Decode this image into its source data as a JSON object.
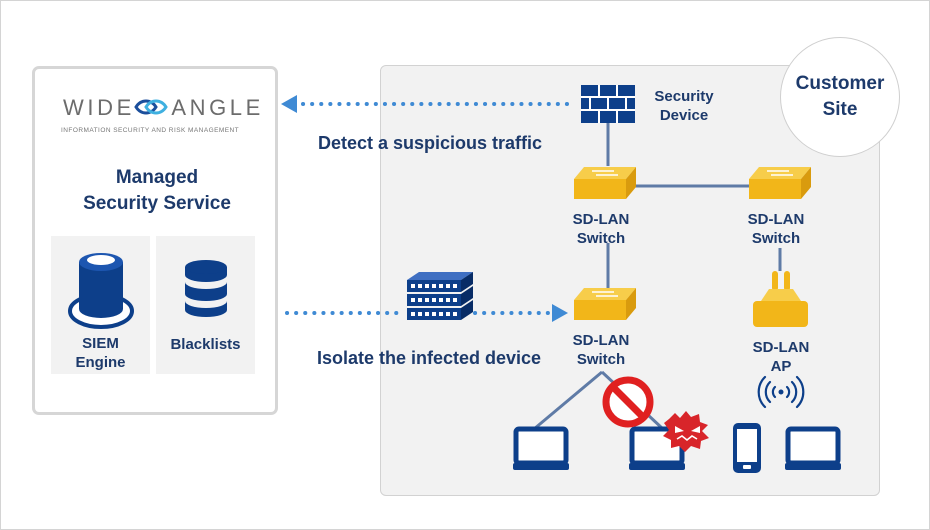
{
  "provider": {
    "logo": {
      "brand": "WIDE ANGLE",
      "tagline": "INFORMATION SECURITY AND RISK MANAGEMENT"
    },
    "title": "Managed\nSecurity Service",
    "siem_label": "SIEM\nEngine",
    "blacklists_label": "Blacklists"
  },
  "site": {
    "title": "Customer\nSite",
    "security_device_label": "Security\nDevice",
    "sdlan_switch_label": "SD-LAN\nSwitch",
    "sdlan_ap_label": "SD-LAN\nAP"
  },
  "flows": {
    "detect": "Detect a suspicious traffic",
    "isolate": "Isolate the infected device"
  },
  "colors": {
    "navy": "#0d3f8a",
    "text": "#1d3a6b",
    "dotted": "#3f8ad4",
    "switch": "#f2b619",
    "line": "#5f7ba6",
    "panel": "#f2f2f2",
    "block": "#e02020",
    "virus": "#d8252a"
  }
}
